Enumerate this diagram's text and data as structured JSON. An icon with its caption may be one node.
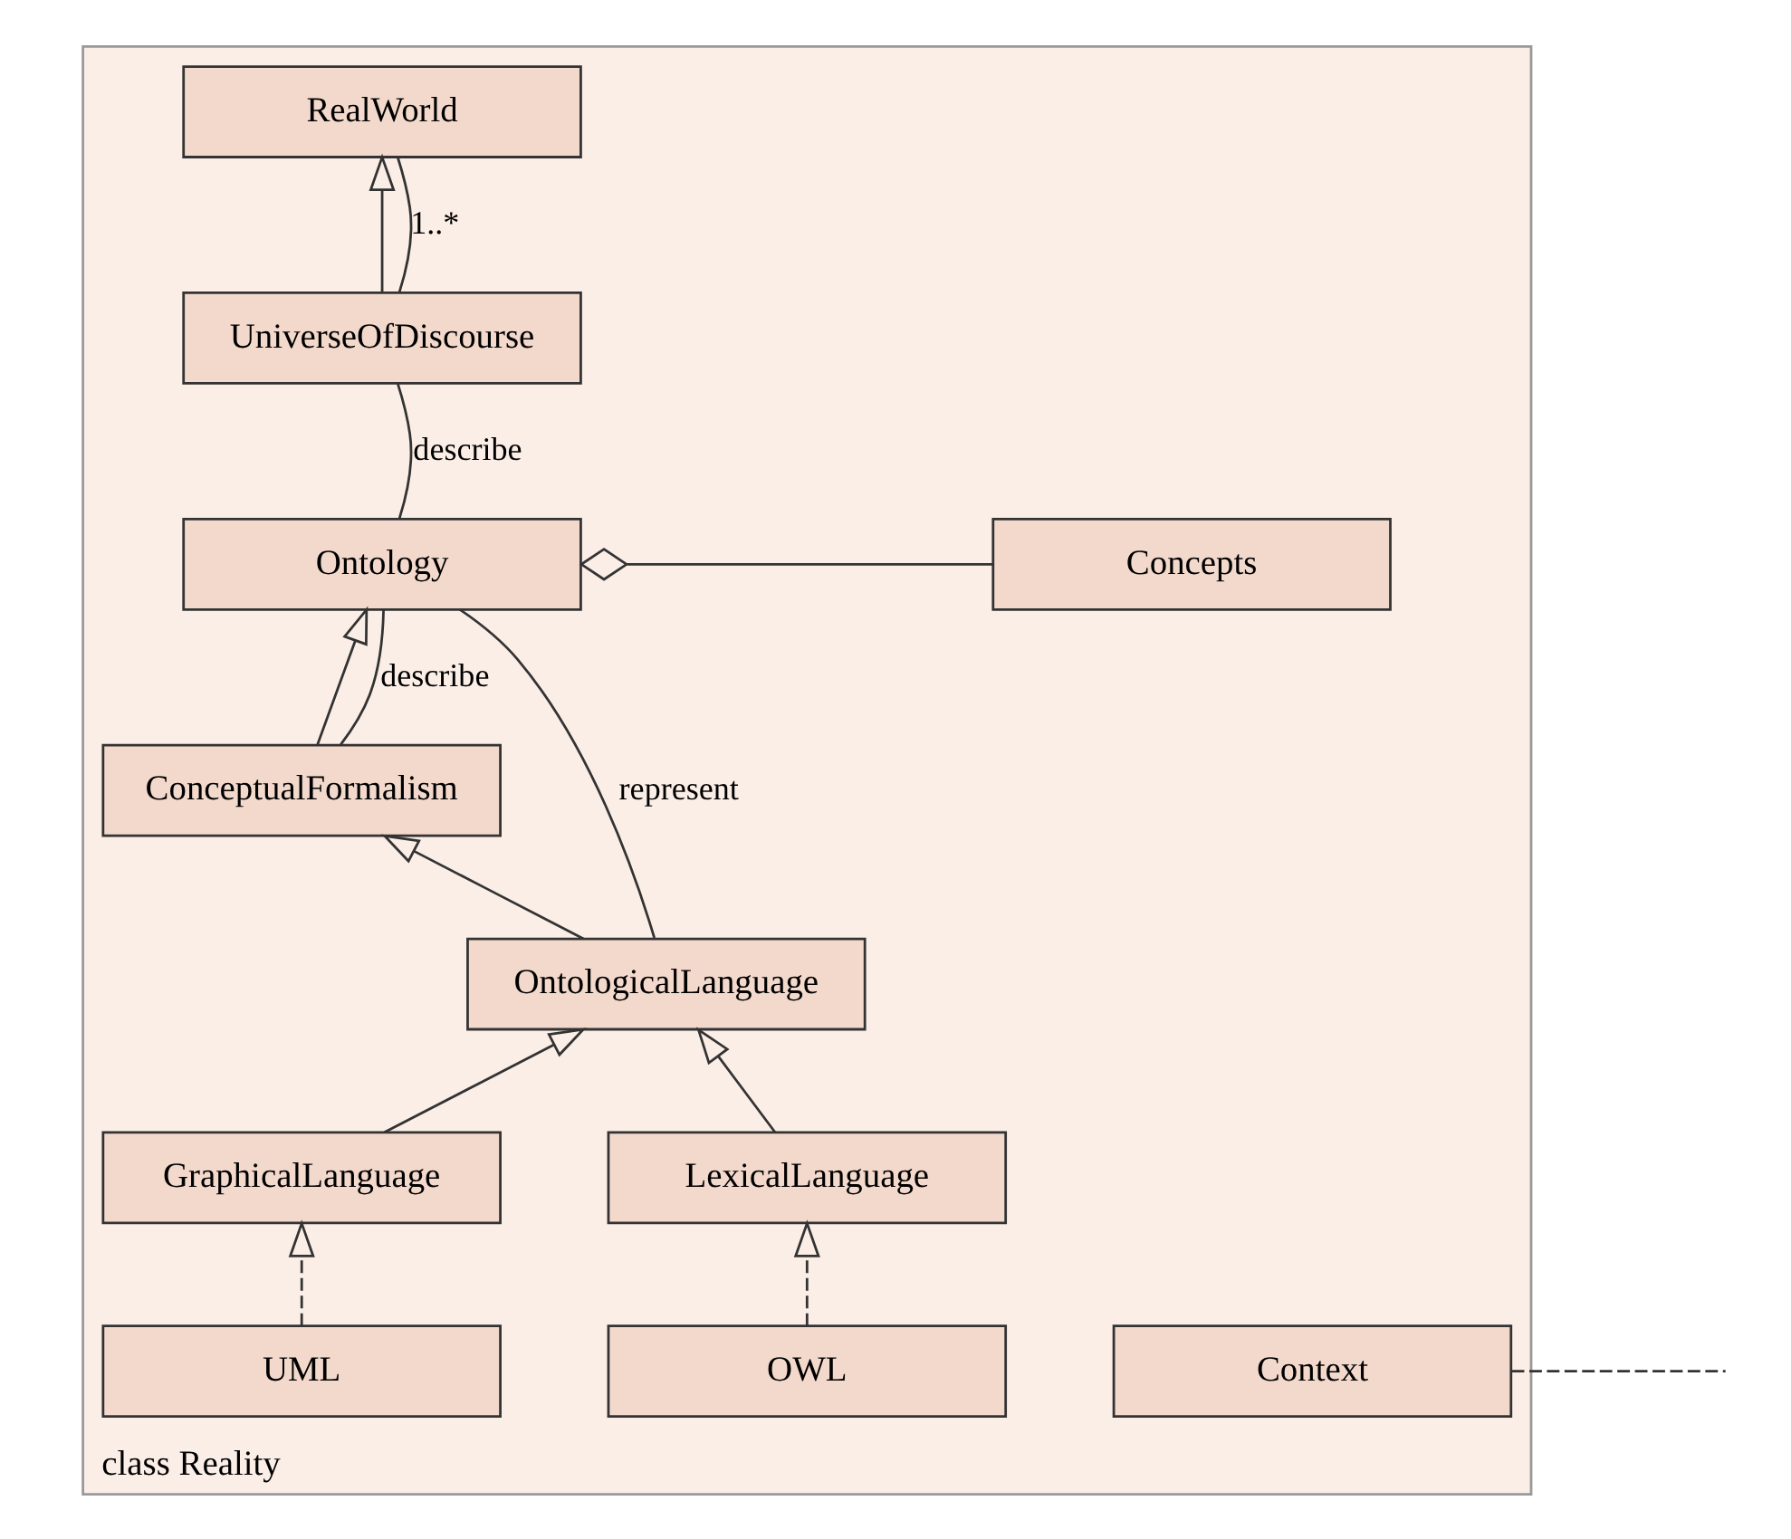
{
  "diagram": {
    "nodes": [
      {
        "text": [
          "class Reality"
        ]
      },
      {
        "text": [
          "RealWorld"
        ],
        "in": 0
      },
      {
        "text": [
          "Context"
        ],
        "in": 0
      },
      {
        "text": [
          "UniverseOfDiscourse"
        ],
        "in": 0
      },
      {
        "text": [
          "ConceptualFormalism"
        ],
        "in": 0
      },
      {
        "text": [
          "Ontology"
        ],
        "in": 0
      },
      {
        "text": [
          "Concepts"
        ],
        "in": 0
      },
      {
        "text": [
          "OntologicalLanguage"
        ],
        "in": 0
      },
      {
        "text": [
          "LexicalLanguage"
        ],
        "in": 0
      },
      {
        "text": [
          "GraphicalLanguage"
        ],
        "in": 0
      },
      {
        "text": [
          "OWL"
        ],
        "in": 0
      },
      {
        "text": [
          "UML"
        ],
        "in": 0
      }
    ],
    "edges": [
      {
        "from": 3,
        "to": 1,
        "arrow": "to"
      },
      {
        "from": 1,
        "to": 3,
        "arrow": "none",
        "label": "1..*"
      },
      {
        "from": 2,
        "to": null,
        "arrow": "none",
        "style": "dashed"
      },
      {
        "from": 3,
        "to": 5,
        "arrow": "none",
        "label": "describe"
      },
      {
        "from": 4,
        "to": 5,
        "arrow": "to"
      },
      {
        "from": 4,
        "to": 5,
        "arrow": "none",
        "label": "describe"
      },
      {
        "from": 6,
        "to": 5,
        "arrow": "other"
      },
      {
        "from": 7,
        "to": 4,
        "arrow": "to"
      },
      {
        "from": 7,
        "to": 5,
        "arrow": "none",
        "label": "represent"
      },
      {
        "from": 8,
        "to": 7,
        "arrow": "to"
      },
      {
        "from": 9,
        "to": 7,
        "arrow": "to"
      },
      {
        "from": 10,
        "to": 8,
        "arrow": "to",
        "style": "dashed"
      },
      {
        "from": 11,
        "to": 9,
        "arrow": "to",
        "style": "dashed"
      }
    ]
  }
}
